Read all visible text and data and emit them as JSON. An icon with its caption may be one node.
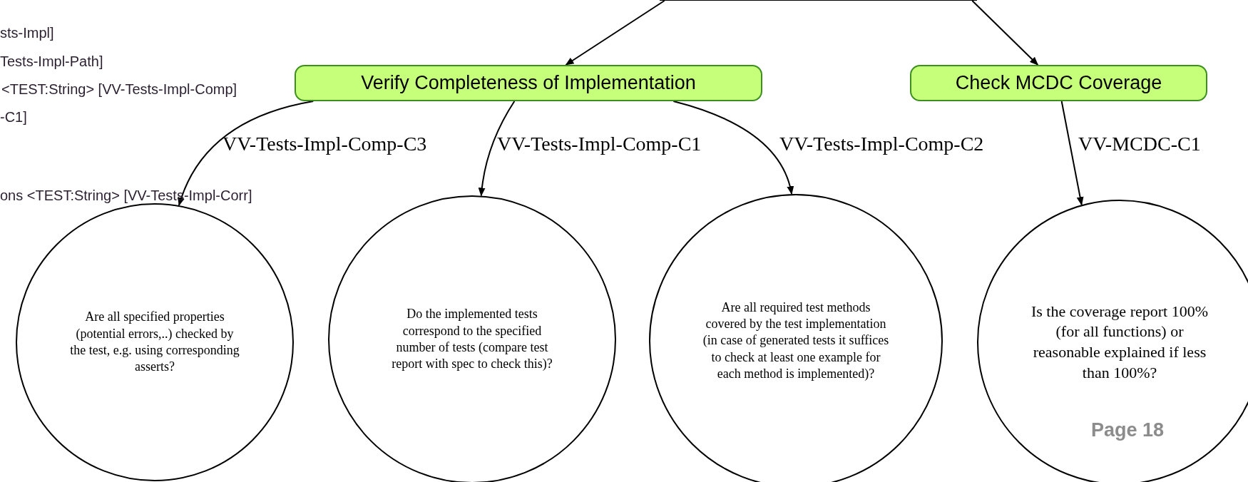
{
  "diagram": {
    "nodes": [
      {
        "text": [],
        "shape": "box"
      },
      {
        "text": [
          "Verify Completeness of Implementation"
        ]
      },
      {
        "text": [
          "Check MCDC Coverage"
        ]
      },
      {
        "text": [
          "Are all specified properties (potential errors,..) checked by the test, e.g. using corresponding asserts?"
        ]
      },
      {
        "text": [
          "Do the implemented tests correspond to the specified number of tests (compare test report with spec to check this)?"
        ]
      },
      {
        "text": [
          "Are all required test methods covered by the test implementation (in case of generated tests it suffices to check at least one example for each method is implemented)?"
        ]
      },
      {
        "text": [
          "Is the coverage report 100% (for all functions) or reasonable explained if less than 100%?"
        ]
      }
    ],
    "edges": [
      {
        "from": 0,
        "to": 1,
        "arrow": "to"
      },
      {
        "from": 0,
        "to": 2,
        "arrow": "to"
      },
      {
        "from": 1,
        "to": 3,
        "arrow": "to",
        "label": "VV-Tests-Impl-Comp-C3"
      },
      {
        "from": 1,
        "to": 4,
        "arrow": "to",
        "label": "VV-Tests-Impl-Comp-C1"
      },
      {
        "from": 1,
        "to": 5,
        "arrow": "to",
        "label": "VV-Tests-Impl-Comp-C2"
      },
      {
        "from": 2,
        "to": 6,
        "arrow": "to",
        "label": "VV-MCDC-C1"
      }
    ],
    "labels": [
      "sts-Impl]",
      "Tests-Impl-Path]",
      "<TEST:String> [VV-Tests-Impl-Comp]",
      "-C1]",
      "ons <TEST:String> [VV-Tests-Impl-Corr]",
      "Page 18"
    ]
  }
}
